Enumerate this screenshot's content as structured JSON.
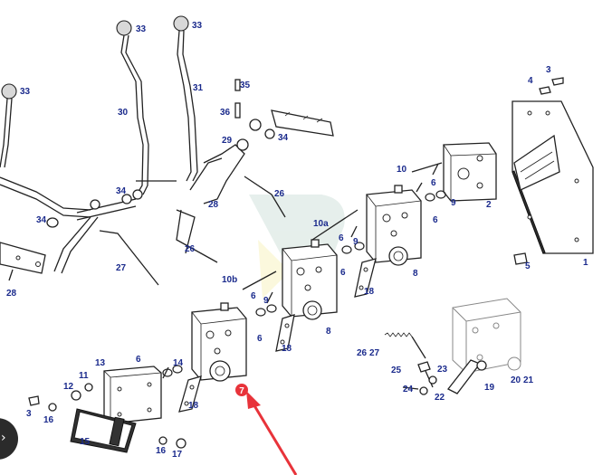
{
  "diagram": {
    "labels": {
      "l33a": "33",
      "l33b": "33",
      "l33c": "33",
      "l30": "30",
      "l31": "31",
      "l35": "35",
      "l36": "36",
      "l29": "29",
      "l34a": "34",
      "l34b": "34",
      "l34c": "34",
      "l26a": "26",
      "l26b": "26",
      "l26c": "26",
      "l28a": "28",
      "l28b": "28",
      "l27a": "27",
      "l27b": "27",
      "l10": "10",
      "l10a": "10a",
      "l10b": "10b",
      "l6a": "6",
      "l6b": "6",
      "l6c": "6",
      "l6d": "6",
      "l6e": "6",
      "l6f": "6",
      "l6g": "6",
      "l9a": "9",
      "l9b": "9",
      "l9c": "9",
      "l8a": "8",
      "l8b": "8",
      "l18a": "18",
      "l18b": "18",
      "l18c": "18",
      "l2": "2",
      "l1": "1",
      "l3a": "3",
      "l3b": "3",
      "l4": "4",
      "l5": "5",
      "l7": "7",
      "l11": "11",
      "l12": "12",
      "l13": "13",
      "l14": "14",
      "l15": "15",
      "l16a": "16",
      "l16b": "16",
      "l17": "17",
      "l19": "19",
      "l20": "20",
      "l21": "21",
      "l22": "22",
      "l23": "23",
      "l24": "24",
      "l25": "25"
    },
    "callout_marker_color": "#e8333a",
    "arrow_color": "#e8333a",
    "label_color": "#1a2a8c"
  },
  "widget": {
    "icon": "chevron-right-icon"
  }
}
